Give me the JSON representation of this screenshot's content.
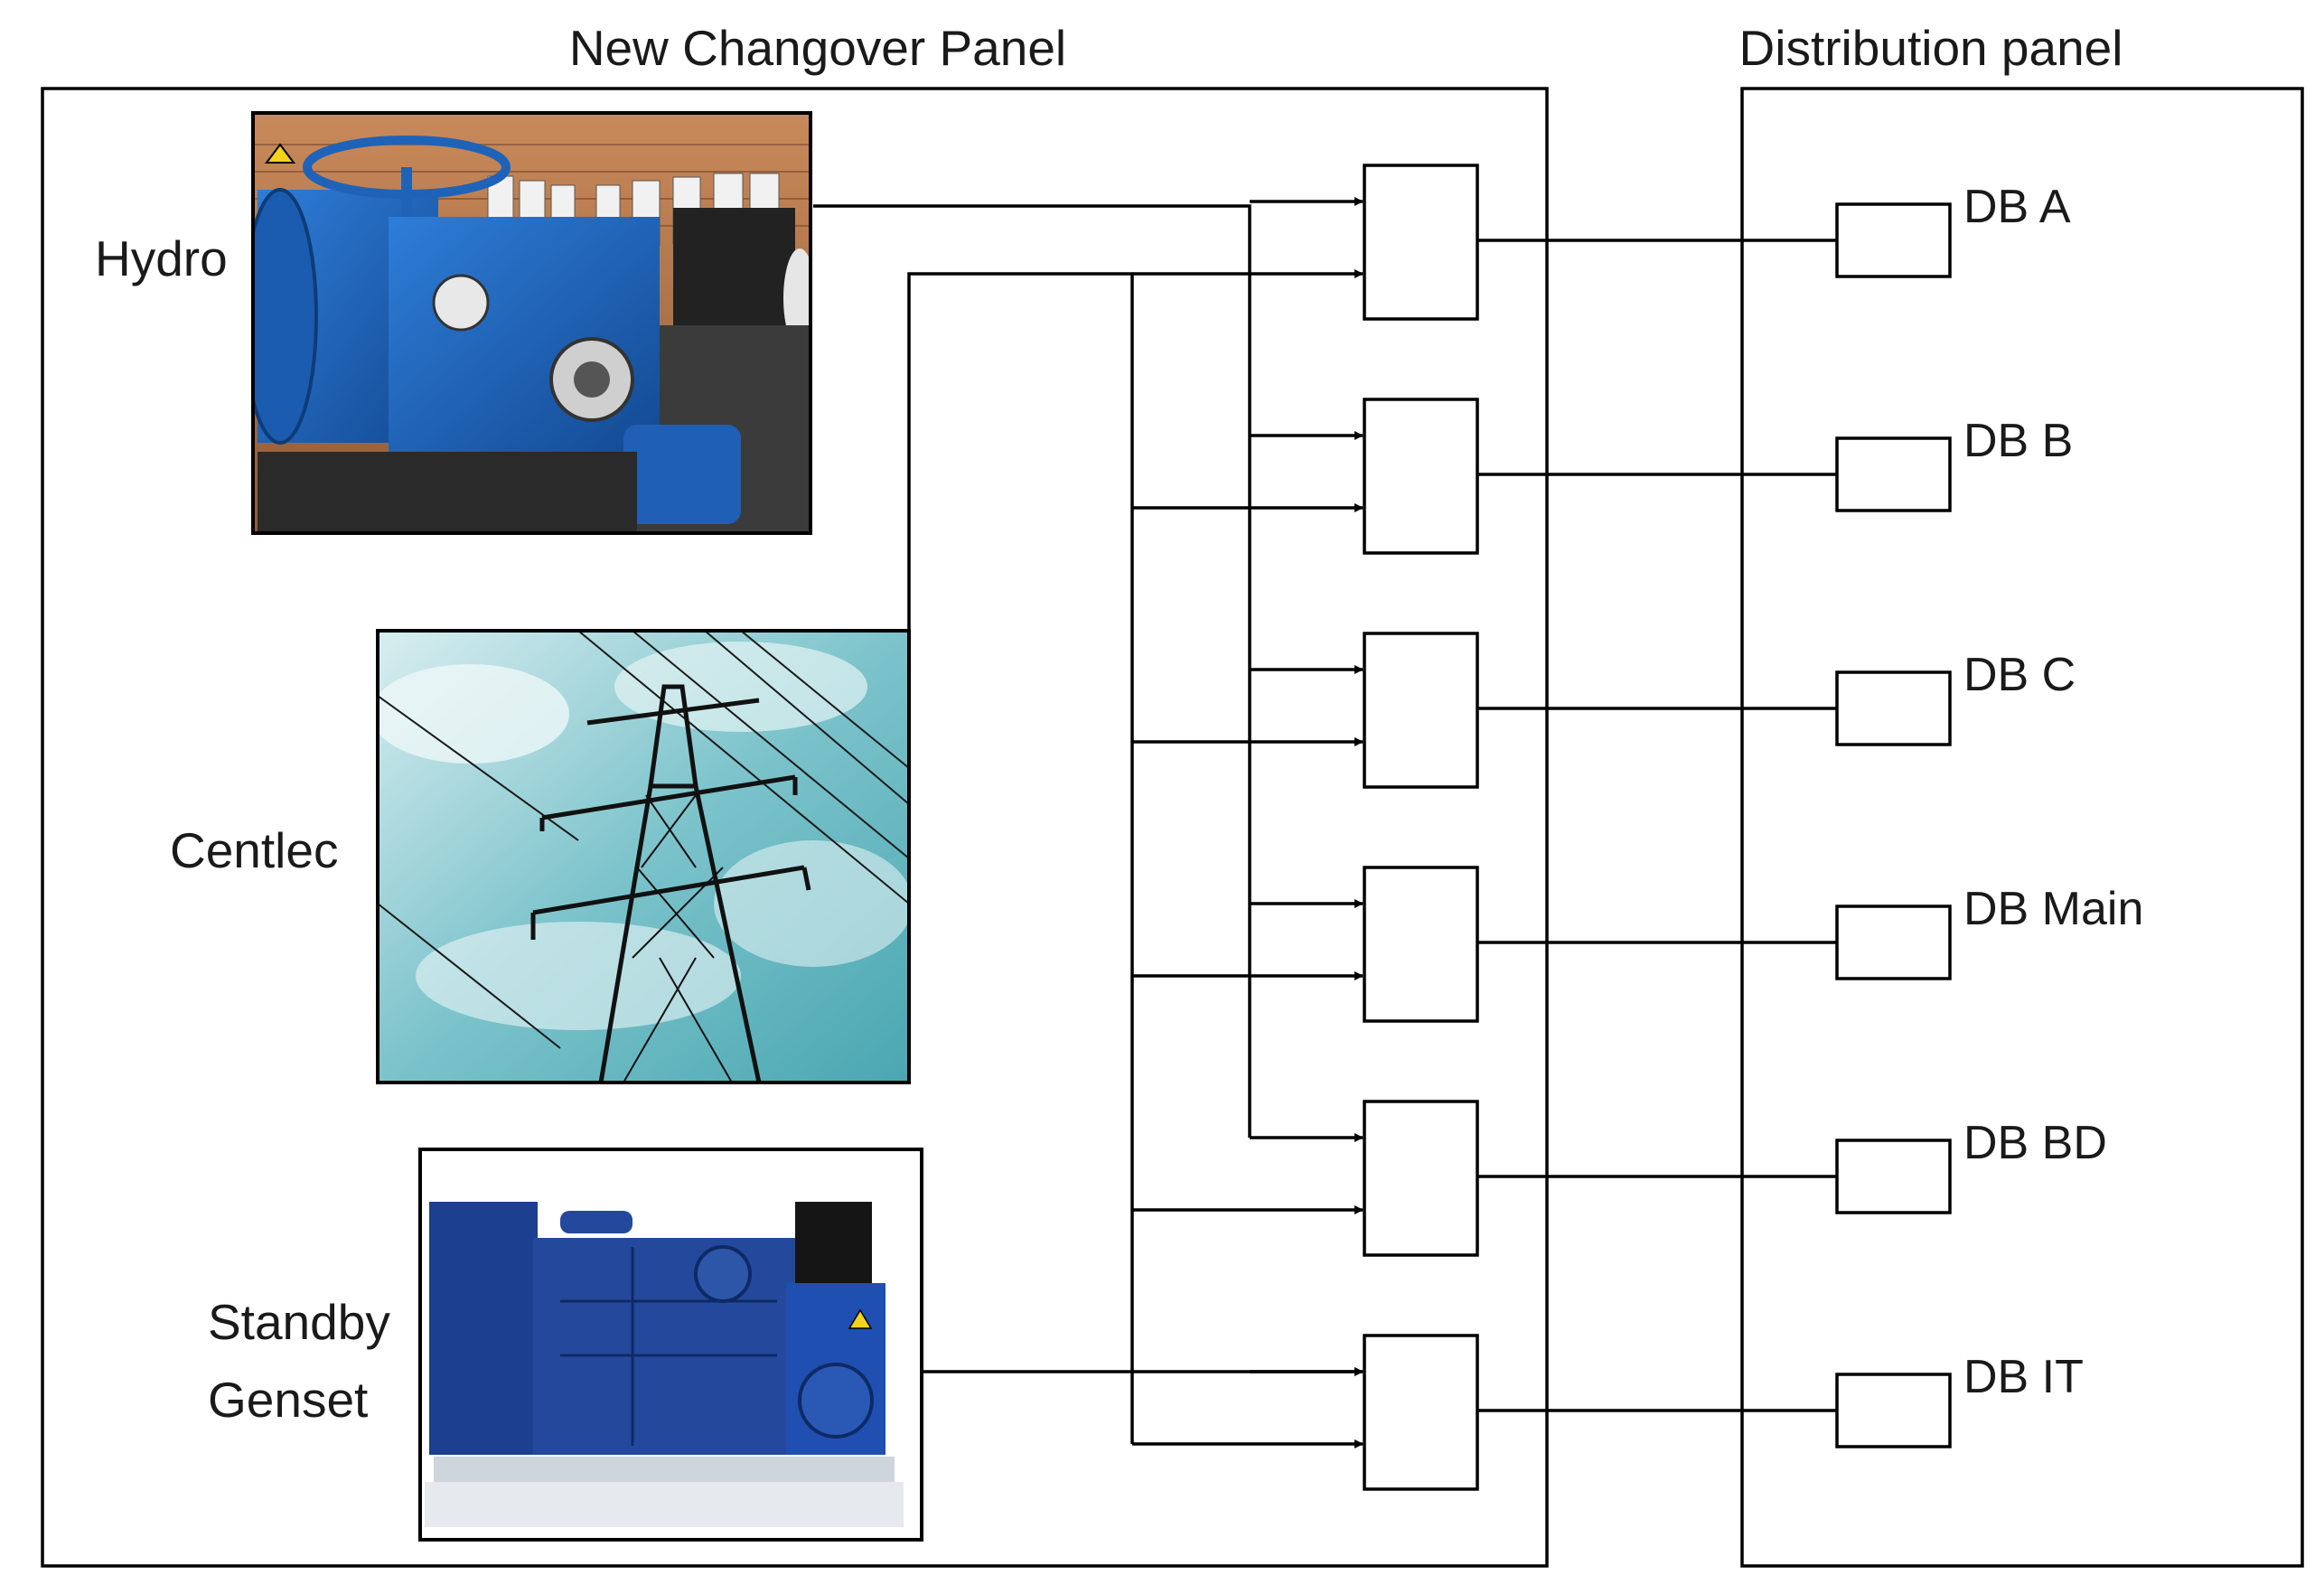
{
  "panels": {
    "changeover_title": "New Changover Panel",
    "distribution_title": "Distribution panel"
  },
  "sources": {
    "hydro": "Hydro",
    "centlec": "Centlec",
    "genset_line1": "Standby",
    "genset_line2": "Genset"
  },
  "distribution_boards": [
    {
      "label": "DB A"
    },
    {
      "label": "DB B"
    },
    {
      "label": "DB C"
    },
    {
      "label": "DB Main"
    },
    {
      "label": "DB BD"
    },
    {
      "label": "DB IT"
    }
  ],
  "switch_count": 6,
  "icons": {
    "hydro": "hydro-turbine-photo",
    "centlec": "power-pylon-photo",
    "genset": "diesel-generator-photo"
  },
  "colors": {
    "line": "#000000",
    "hydro_blue": "#1f63b8",
    "sky": "#8cc9cf",
    "genset_blue": "#1d3f8f"
  }
}
